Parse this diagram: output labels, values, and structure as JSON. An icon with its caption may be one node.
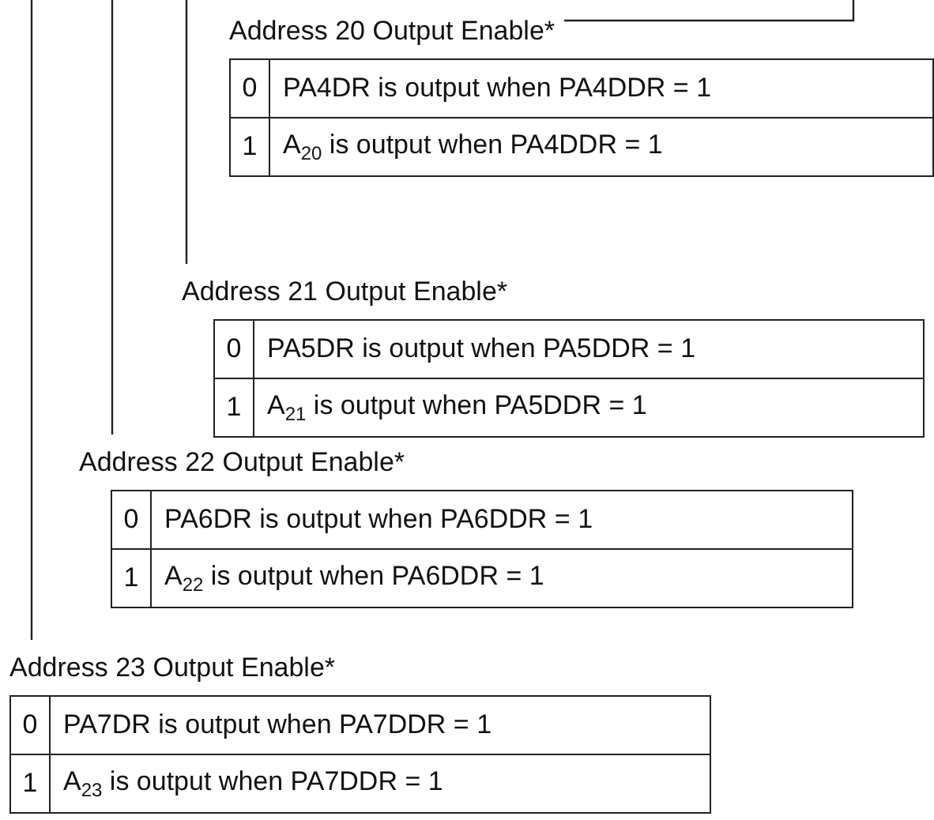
{
  "diagram": {
    "nodes": [
      {
        "text": [
          "Address 20 Output Enable*",
          "0",
          "PA4DR is output when PA4DDR = 1",
          "1",
          "A$_{20}$ is output when PA4DDR = 1"
        ]
      },
      {
        "text": [
          "Address 21 Output Enable*",
          "0",
          "PA5DR is output when PA5DDR = 1",
          "1",
          "A$_{21}$ is output when PA5DDR = 1"
        ]
      },
      {
        "text": [
          "Address 22 Output Enable*",
          "0",
          "PA6DR is output when PA6DDR = 1",
          "1",
          "A$_{22}$ is output when PA6DDR = 1"
        ]
      },
      {
        "text": [
          "Address 23 Output Enable*",
          "0",
          "PA7DR is output when PA7DDR = 1",
          "1",
          "A$_{23}$ is output when PA7DDR = 1"
        ]
      }
    ],
    "edges": [
      {
        "from": null,
        "to": 0,
        "arrow": "none"
      },
      {
        "from": null,
        "to": 1,
        "arrow": "none"
      },
      {
        "from": null,
        "to": 2,
        "arrow": "none"
      },
      {
        "from": null,
        "to": 3,
        "arrow": "none"
      }
    ]
  }
}
